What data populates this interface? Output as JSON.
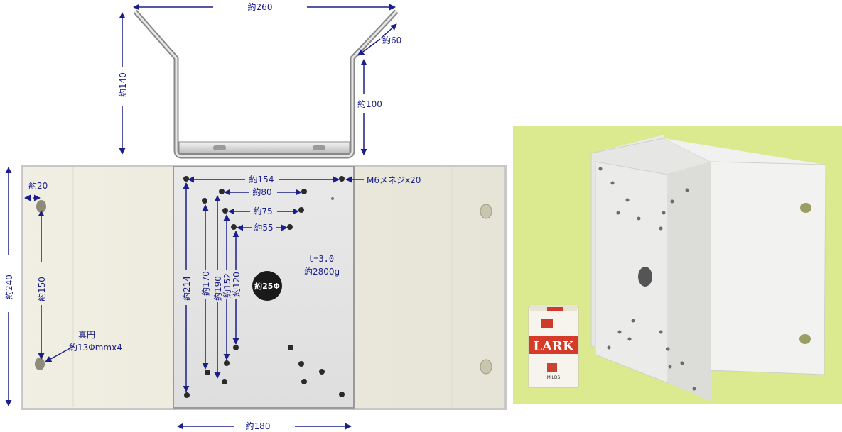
{
  "labels": {
    "width_top": "約260",
    "flange": "約60",
    "depth": "約100",
    "height_top": "約140",
    "height_left": "約240",
    "edge": "約20",
    "slot_pitch": "約150",
    "round_hole": "真円",
    "round_hole_spec": "約13Φmmx4",
    "bolt_spec": "M6メネジx20",
    "d154": "約154",
    "d80": "約80",
    "d75": "約75",
    "d55": "約55",
    "thickness": "t=3.0",
    "weight": "約2800g",
    "center_hole": "約25Φ",
    "v214": "約214",
    "v170": "約170",
    "v190": "約190",
    "v152": "約152",
    "v120": "約120",
    "width_bottom": "約180"
  },
  "package": {
    "brand": "LARK",
    "sub": "MILDS"
  },
  "colors": {
    "annotation": "#1b1f8a",
    "metal": "#eeecdf",
    "background_photo": "#dbe98f"
  }
}
